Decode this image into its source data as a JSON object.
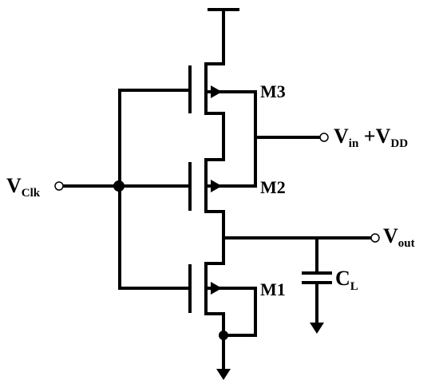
{
  "labels": {
    "m3": "M3",
    "m2": "M2",
    "m1": "M1",
    "vclk_main": "V",
    "vclk_sub": "Clk",
    "vin_main": "V",
    "vin_sub": "in",
    "vin_plus": " +V",
    "vin_plus_sub": "DD",
    "vout_main": "V",
    "vout_sub": "out",
    "cl_main": "C",
    "cl_sub": "L"
  },
  "colors": {
    "ink": "#000000",
    "background": "#ffffff"
  }
}
